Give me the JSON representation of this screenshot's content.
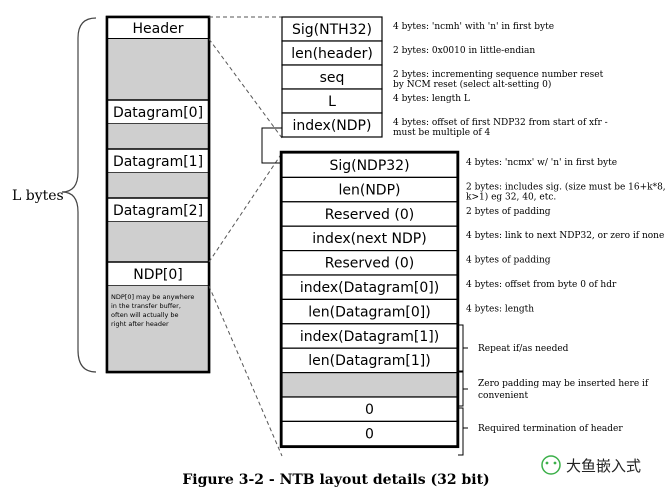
{
  "left_brace_label": "L bytes",
  "ntb_column": {
    "header": "Header",
    "datagram0": "Datagram[0]",
    "datagram1": "Datagram[1]",
    "datagram2": "Datagram[2]",
    "ndp0": "NDP[0]",
    "ndp0_note": [
      "NDP[0] may be anywhere",
      "in the transfer buffer,",
      "often will actually be",
      "right after header"
    ]
  },
  "nth32_fields": [
    {
      "label": "Sig(NTH32)",
      "note": [
        "4 bytes: 'ncmh' with 'n' in first byte"
      ]
    },
    {
      "label": "len(header)",
      "note": [
        "2 bytes: 0x0010 in little-endian"
      ]
    },
    {
      "label": "seq",
      "note": [
        "2 bytes: incrementing sequence number reset",
        "by NCM reset (select alt-setting 0)"
      ]
    },
    {
      "label": "L",
      "note": [
        "4 bytes: length L"
      ]
    },
    {
      "label": "index(NDP)",
      "note": [
        "4 bytes: offset of first NDP32 from start of xfr -",
        "must be multiple of 4"
      ]
    }
  ],
  "ndp32_fields": [
    {
      "label": "Sig(NDP32)",
      "note": [
        "4 bytes: 'ncmx' w/ 'n' in first byte"
      ]
    },
    {
      "label": "len(NDP)",
      "note": [
        "2 bytes: includes sig. (size must be 16+k*8,",
        "k>1) eg 32, 40, etc."
      ]
    },
    {
      "label": "Reserved (0)",
      "note": [
        "2 bytes of padding"
      ]
    },
    {
      "label": "index(next NDP)",
      "note": [
        "4 bytes: link to next NDP32, or zero if none"
      ]
    },
    {
      "label": "Reserved (0)",
      "note": [
        "4 bytes of padding"
      ]
    },
    {
      "label": "index(Datagram[0])",
      "note": [
        "4 bytes: offset from byte 0 of hdr"
      ]
    },
    {
      "label": "len(Datagram[0])",
      "note": [
        "4 bytes: length"
      ]
    },
    {
      "label": "index(Datagram[1])",
      "note": []
    },
    {
      "label": "len(Datagram[1])",
      "note": []
    },
    {
      "label": "",
      "note": []
    },
    {
      "label": "0",
      "note": []
    },
    {
      "label": "0",
      "note": []
    }
  ],
  "bracket_notes": {
    "repeat": "Repeat if/as needed",
    "padding": [
      "Zero padding may be inserted here if",
      "convenient"
    ],
    "termination": "Required termination of header"
  },
  "caption": "Figure 3-2 - NTB layout details (32 bit)",
  "watermark": "大鱼嵌入式",
  "colors": {
    "fill_gray": "#cfcfcf",
    "stroke": "#000000",
    "watermark_green": "#3cb04a"
  }
}
